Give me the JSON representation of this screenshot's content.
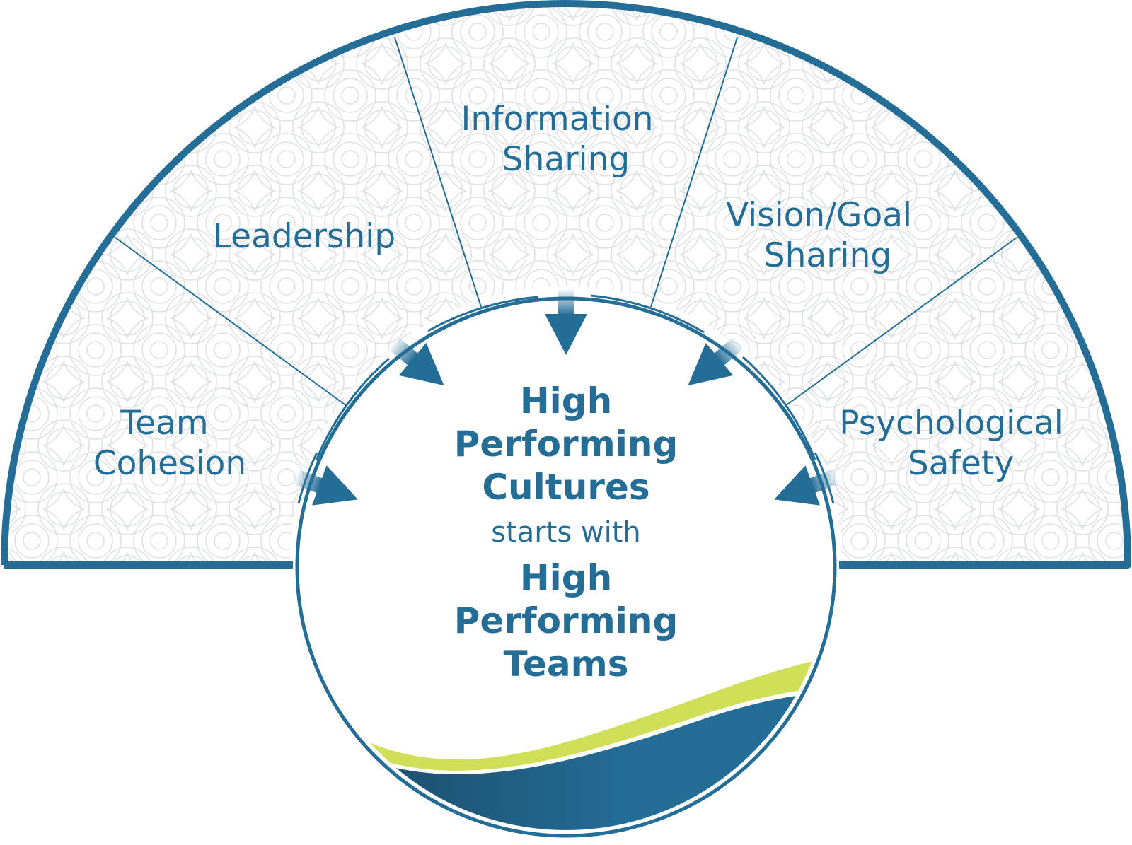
{
  "colors": {
    "primary": "#236d97",
    "dark": "#1c4a66",
    "accent": "#cfdf57",
    "pattern": "#d9dde2",
    "background": "#ffffff"
  },
  "segments": [
    {
      "id": "team-cohesion",
      "lines": [
        "Team",
        "Cohesion"
      ]
    },
    {
      "id": "leadership",
      "lines": [
        "Leadership"
      ]
    },
    {
      "id": "information-sharing",
      "lines": [
        "Information",
        "Sharing"
      ]
    },
    {
      "id": "vision-goal-sharing",
      "lines": [
        "Vision/Goal",
        "Sharing"
      ]
    },
    {
      "id": "psychological-safety",
      "lines": [
        "Psychological",
        "Safety"
      ]
    }
  ],
  "center": {
    "line1": "High",
    "line2": "Performing",
    "line3": "Cultures",
    "connector": "starts with",
    "line4": "High",
    "line5": "Performing",
    "line6": "Teams"
  }
}
